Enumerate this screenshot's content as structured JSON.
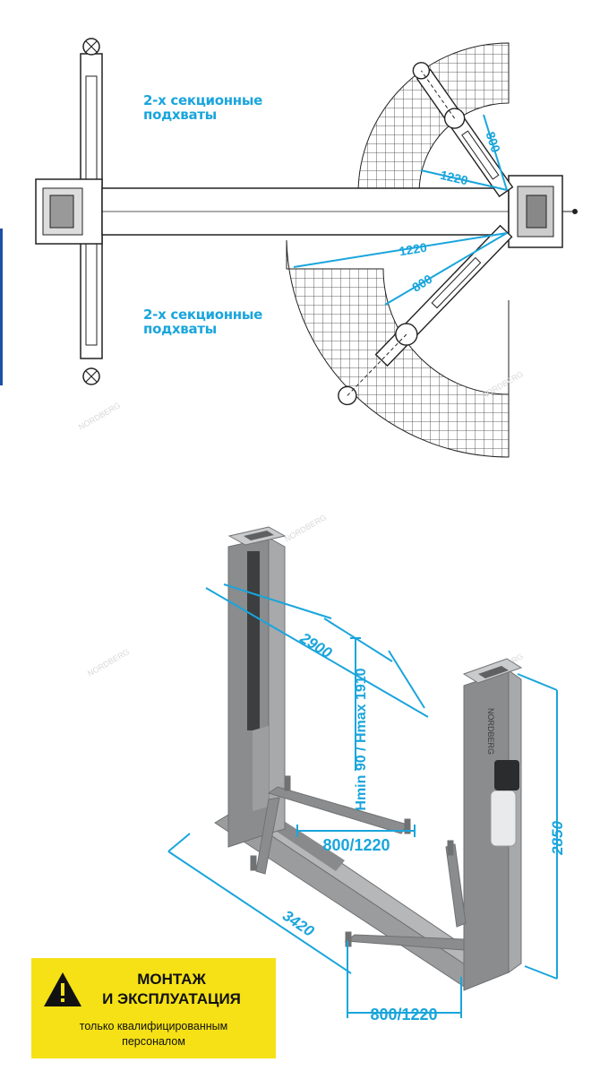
{
  "top_view": {
    "callout_upper": [
      "2-х секционные",
      "подхваты"
    ],
    "callout_lower": [
      "2-х секционные",
      "подхваты"
    ],
    "dim_short_upper": "800",
    "dim_long_upper": "1220",
    "dim_long_lower": "1220",
    "dim_short_lower": "800"
  },
  "iso_view": {
    "dim_width": "2900",
    "dim_height_range": "Hmin 90 / Hmax 1910",
    "dim_column_height": "2850",
    "dim_length": "3420",
    "dim_arm_reach_center": "800/1220",
    "dim_arm_reach_bottom": "800/1220",
    "column_brand": "NORDBERG"
  },
  "watermark": "NORDBERG",
  "warning": {
    "line1": "МОНТАЖ",
    "line2": "И ЭКСПЛУАТАЦИЯ",
    "line3": "только квалифицированным",
    "line4": "персоналом"
  },
  "colors": {
    "dimension": "#1aa5dc",
    "callout": "#1aa5dc",
    "steel": "#8a8c8e",
    "warning_bg": "#f5e116"
  }
}
